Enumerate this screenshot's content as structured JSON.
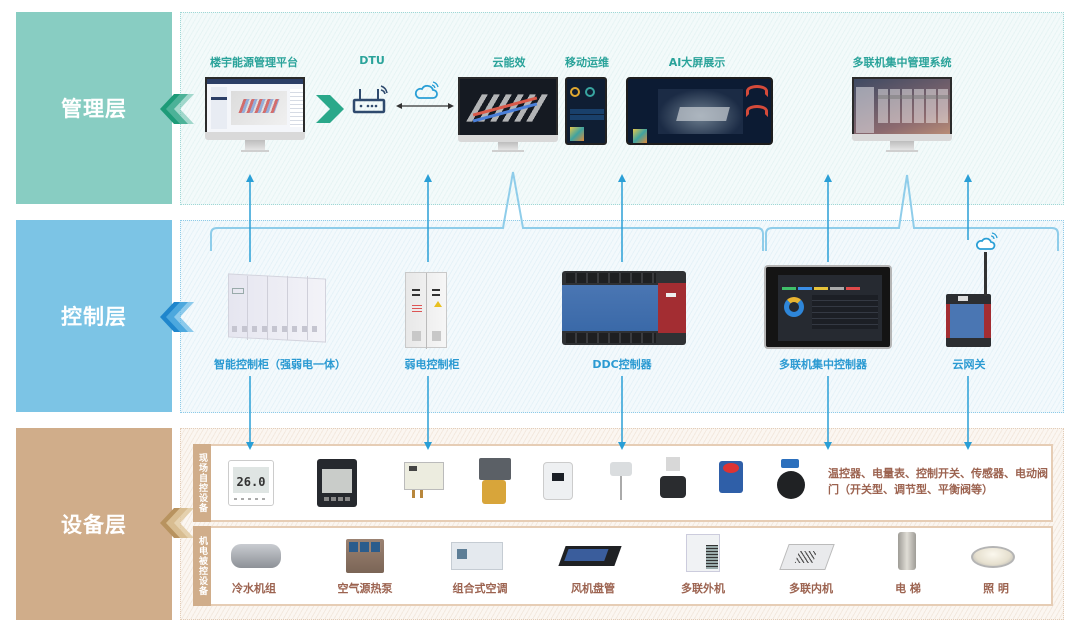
{
  "layers": {
    "management": {
      "label": "管理层",
      "color": "#88cdc2"
    },
    "control": {
      "label": "控制层",
      "color": "#7cc4e5"
    },
    "device": {
      "label": "设备层",
      "color": "#d0ad8a"
    }
  },
  "management_items": [
    {
      "title": "楼宇能源管理平台"
    },
    {
      "title": "DTU"
    },
    {
      "title": "云能效"
    },
    {
      "title": "移动运维"
    },
    {
      "title": "AI大屏展示"
    },
    {
      "title": "多联机集中管理系统"
    }
  ],
  "control_items": [
    {
      "title": "智能控制柜（强弱电一体）"
    },
    {
      "title": "弱电控制柜"
    },
    {
      "title": "DDC控制器"
    },
    {
      "title": "多联机集中控制器"
    },
    {
      "title": "云网关"
    }
  ],
  "device_groups": {
    "field": {
      "label": "现场自控设备",
      "items": [
        "thermostat",
        "power-meter",
        "pressure-sensor",
        "electric-valve",
        "humidity-controller",
        "duct-sensor",
        "regulating-valve",
        "damper-actuator",
        "butterfly-valve"
      ],
      "thermostat_reading": "26.0",
      "note": "温控器、电量表、控制开关、传感器、电动阀门（开关型、调节型、平衡阀等）"
    },
    "controlled": {
      "label": "机电被控设备",
      "items": [
        {
          "title": "冷水机组"
        },
        {
          "title": "空气源热泵"
        },
        {
          "title": "组合式空调"
        },
        {
          "title": "风机盘管"
        },
        {
          "title": "多联外机"
        },
        {
          "title": "多联内机"
        },
        {
          "title": "电 梯"
        },
        {
          "title": "照 明"
        }
      ]
    }
  },
  "colors": {
    "arrow": "#2a9fd6",
    "bracket": "#8fcdea",
    "mgmt_title": "#2aa39a",
    "ctrl_title": "#2b9ad2",
    "dev_title": "#9c6350"
  }
}
